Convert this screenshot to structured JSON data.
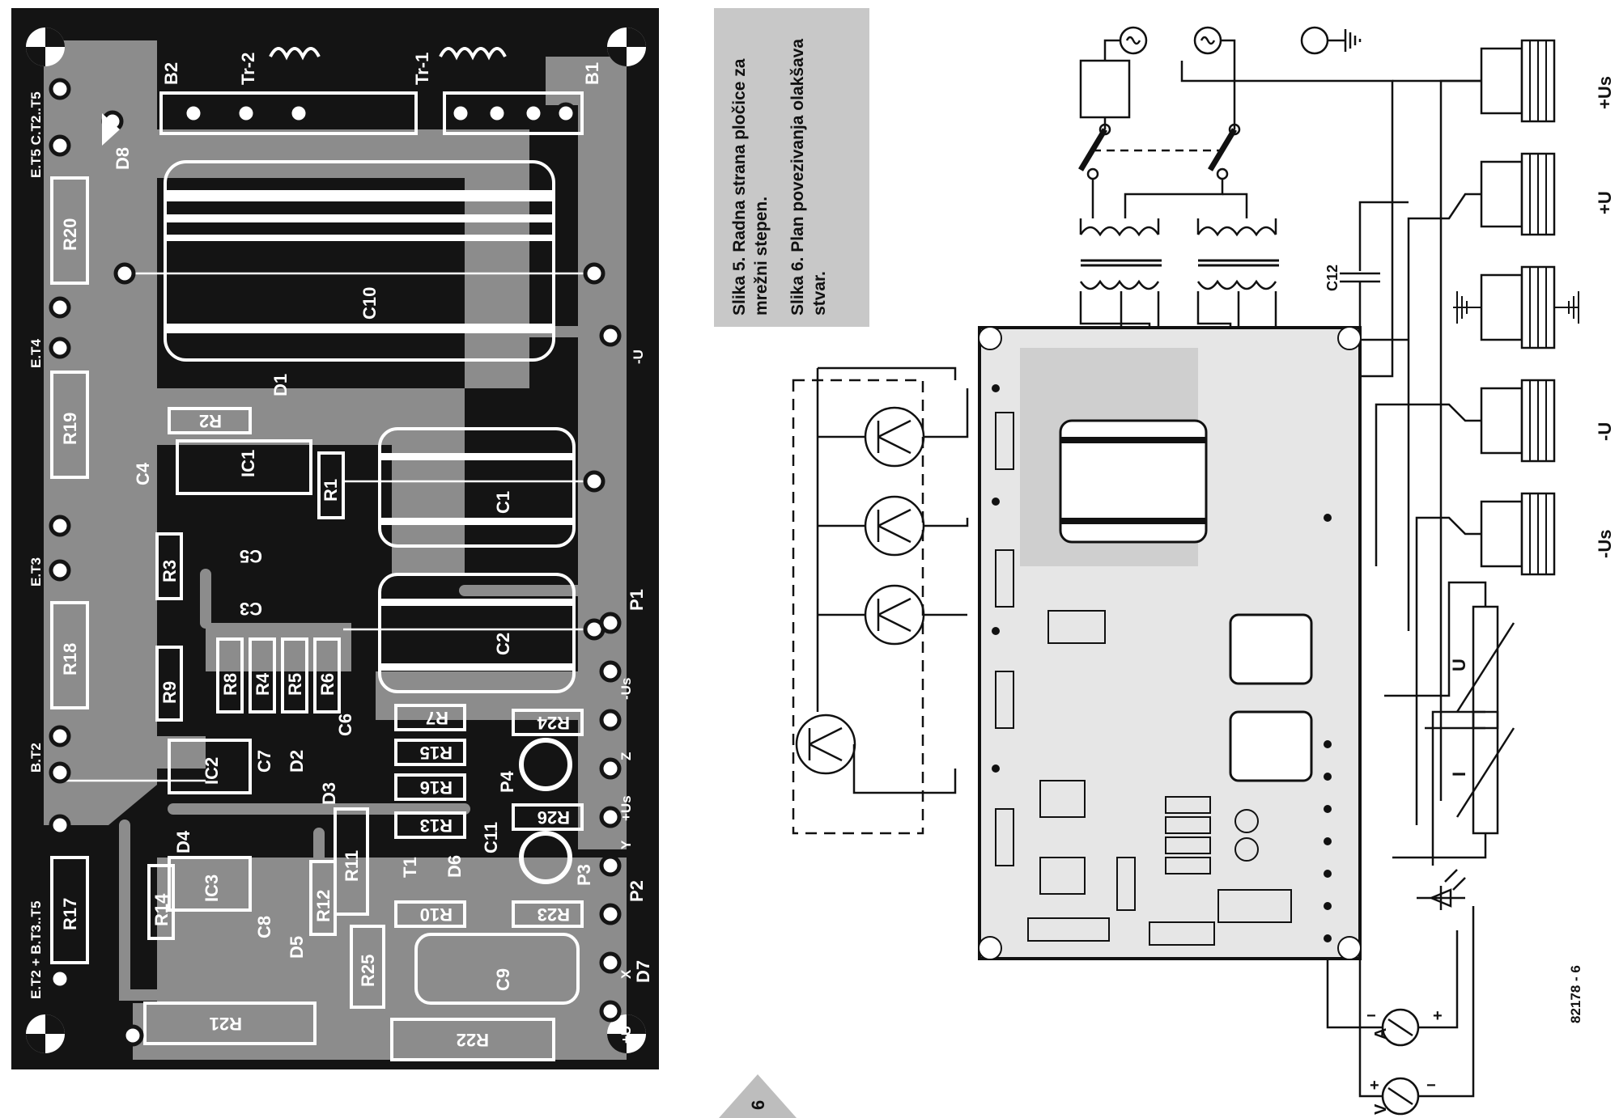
{
  "captions": {
    "slika5": "Slika 5. Radna strana pločice za mrežni stepen.",
    "slika6": "Slika 6. Plan povezivanja olakšava stvar."
  },
  "page_number": "6",
  "figure_code": "82178 - 6",
  "pcb": {
    "resistors": [
      "R20",
      "R19",
      "R18",
      "R17",
      "R21",
      "R22",
      "R25",
      "R2",
      "R1",
      "R3",
      "R9",
      "R8",
      "R4",
      "R5",
      "R6",
      "R7",
      "R15",
      "R16",
      "R13",
      "R11",
      "R12",
      "R14",
      "R10",
      "R24",
      "R26",
      "R23"
    ],
    "capacitors": [
      "C10",
      "C1",
      "C2",
      "C5",
      "C3",
      "C4",
      "C6",
      "C7",
      "C8",
      "C9",
      "C11"
    ],
    "diodes": [
      "D1",
      "D2",
      "D3",
      "D4",
      "D5",
      "D6",
      "D7",
      "D8"
    ],
    "ics": [
      "IC1",
      "IC2",
      "IC3"
    ],
    "pots": [
      "P1",
      "P2",
      "P3",
      "P4"
    ],
    "other": [
      "T1",
      "B1",
      "B2",
      "Tr-1",
      "Tr-2"
    ],
    "edge_labels": [
      "E.T5 C.T2..T5",
      "E.T4",
      "E.T3",
      "B.T2",
      "E.T2 + B.T3..T5",
      "-U",
      "-Us",
      "Z",
      "+Us",
      "Y",
      "X",
      "+U"
    ]
  },
  "schematic": {
    "connectors": [
      "+Us",
      "+U",
      "",
      "-U",
      "-Us"
    ],
    "capacitor": "C12",
    "meter_a": "A",
    "meter_v": "V",
    "pot_u": "U",
    "pot_i": "I",
    "plus": "+",
    "minus": "−"
  },
  "colors": {
    "pcb_black": "#141414",
    "pcb_grey": "#8c8c8c",
    "caption_bg": "#c8c8c8",
    "schematic_board": "#e6e6e6"
  }
}
